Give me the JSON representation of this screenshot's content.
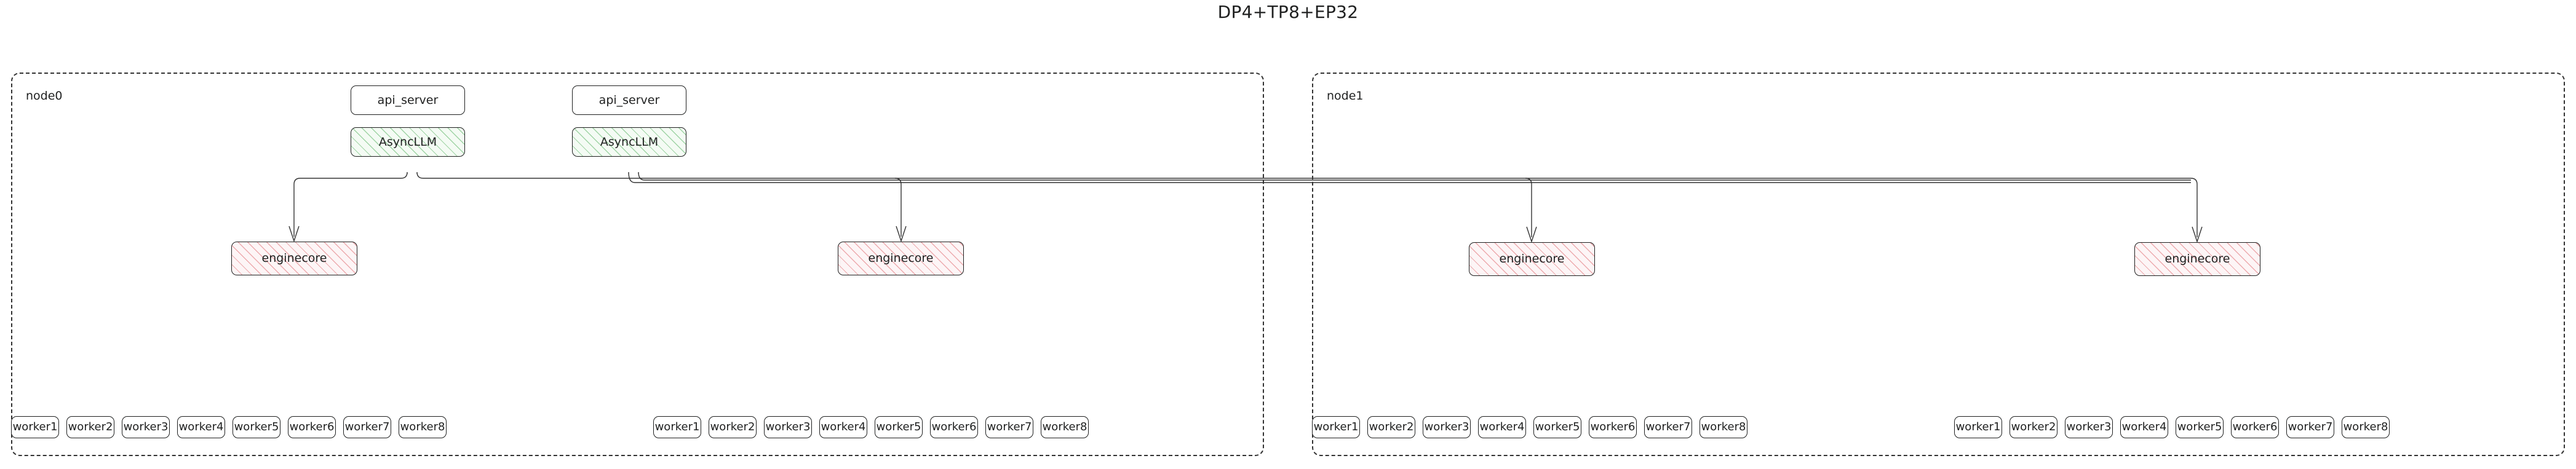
{
  "diagram": {
    "title": "DP4+TP8+EP32",
    "type": "architecture-flow",
    "colors": {
      "background": "#ffffff",
      "text": "#1f2020",
      "cluster_border": "#333333",
      "node_border": "#1f2020",
      "edge": "#333333",
      "asyncllm_hatch": "#5ab464",
      "asyncllm_fill": "#f4fbf4",
      "enginecore_hatch": "#e2787d",
      "enginecore_fill": "#fdf5f6"
    }
  },
  "clusters": [
    {
      "id": "node0",
      "label": "node0"
    },
    {
      "id": "node1",
      "label": "node1"
    }
  ],
  "nodes": {
    "api_servers": [
      {
        "id": "api0",
        "label": "api_server",
        "cluster": "node0"
      },
      {
        "id": "api1",
        "label": "api_server",
        "cluster": "node0"
      }
    ],
    "async_llms": [
      {
        "id": "async0",
        "label": "AsyncLLM",
        "cluster": "node0"
      },
      {
        "id": "async1",
        "label": "AsyncLLM",
        "cluster": "node0"
      }
    ],
    "enginecores": [
      {
        "id": "ec0",
        "label": "enginecore",
        "cluster": "node0"
      },
      {
        "id": "ec1",
        "label": "enginecore",
        "cluster": "node0"
      },
      {
        "id": "ec2",
        "label": "enginecore",
        "cluster": "node1"
      },
      {
        "id": "ec3",
        "label": "enginecore",
        "cluster": "node1"
      }
    ]
  },
  "worker_groups": [
    {
      "id": "wg0",
      "cluster": "node0",
      "workers": [
        "worker1",
        "worker2",
        "worker3",
        "worker4",
        "worker5",
        "worker6",
        "worker7",
        "worker8"
      ]
    },
    {
      "id": "wg1",
      "cluster": "node0",
      "workers": [
        "worker1",
        "worker2",
        "worker3",
        "worker4",
        "worker5",
        "worker6",
        "worker7",
        "worker8"
      ]
    },
    {
      "id": "wg2",
      "cluster": "node1",
      "workers": [
        "worker1",
        "worker2",
        "worker3",
        "worker4",
        "worker5",
        "worker6",
        "worker7",
        "worker8"
      ]
    },
    {
      "id": "wg3",
      "cluster": "node1",
      "workers": [
        "worker1",
        "worker2",
        "worker3",
        "worker4",
        "worker5",
        "worker6",
        "worker7",
        "worker8"
      ]
    }
  ]
}
